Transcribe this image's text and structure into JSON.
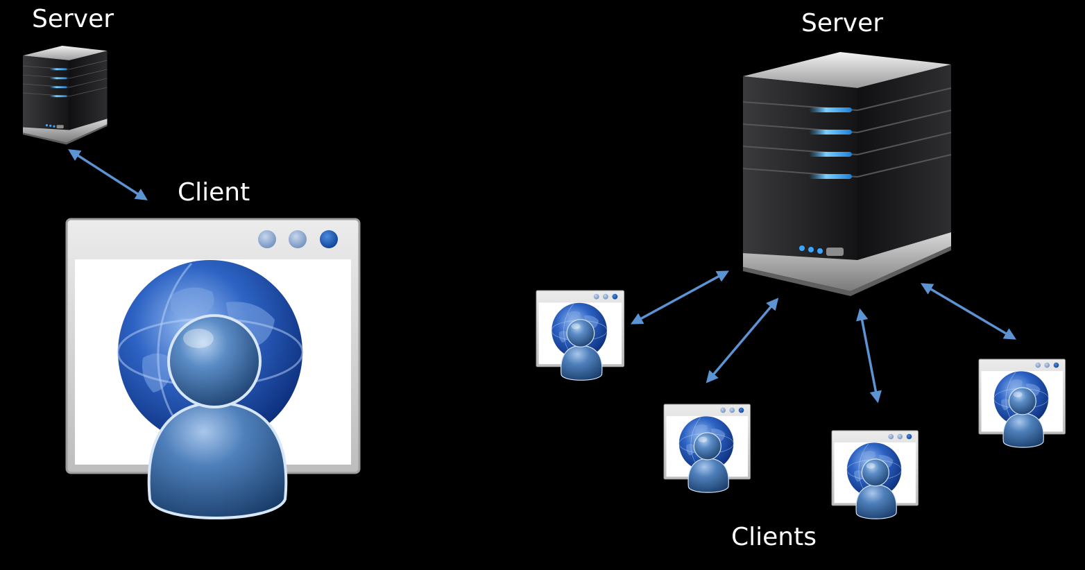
{
  "labels": {
    "server_left": "Server",
    "client_left": "Client",
    "server_right": "Server",
    "clients_right": "Clients"
  },
  "icons": {
    "server": "server-icon",
    "client": "browser-user-icon"
  },
  "colors": {
    "background": "#000000",
    "arrow": "#5b93d3",
    "label": "#ffffff",
    "globe": "#1e4fa8",
    "user": "#3d6ea8",
    "server_body": "#1c1c1e",
    "server_light": "#33aaff"
  }
}
